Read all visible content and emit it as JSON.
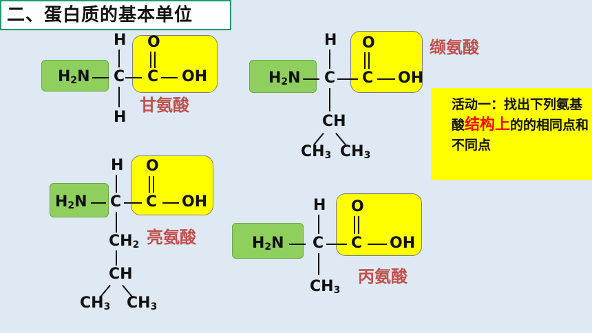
{
  "slide": {
    "title": "二、蛋白质的基本单位",
    "activity": {
      "part1": "活动一：找出下列氨基酸",
      "highlight": "结构上",
      "part2": "的的相同点和不同点"
    }
  },
  "molecules": {
    "glycine": {
      "name": "甘氨酸",
      "amine": "H2N",
      "alpha_c": "C",
      "h_top": "H",
      "carboxyl_c": "C",
      "oxygen": "O",
      "oh": "OH",
      "r_group": "H"
    },
    "valine": {
      "name": "缬氨酸",
      "amine": "H2N",
      "alpha_c": "C",
      "h_top": "H",
      "carboxyl_c": "C",
      "oxygen": "O",
      "oh": "OH",
      "r_ch": "CH",
      "r_ch3_a": "CH3",
      "r_ch3_b": "CH3"
    },
    "leucine": {
      "name": "亮氨酸",
      "amine": "H2N",
      "alpha_c": "C",
      "h_top": "H",
      "carboxyl_c": "C",
      "oxygen": "O",
      "oh": "OH",
      "r_ch2": "CH2",
      "r_ch": "CH",
      "r_ch3_a": "CH3",
      "r_ch3_b": "CH3"
    },
    "alanine": {
      "name": "丙氨酸",
      "amine": "H2N",
      "alpha_c": "C",
      "h_top": "H",
      "carboxyl_c": "C",
      "oxygen": "O",
      "oh": "OH",
      "r_ch3": "CH3"
    }
  },
  "colors": {
    "amine_box": "#8fcf5e",
    "carboxyl_box": "#ffff00",
    "name_text": "#c0504d",
    "highlight": "#ff0000",
    "title_border": "#1f9a6b"
  }
}
